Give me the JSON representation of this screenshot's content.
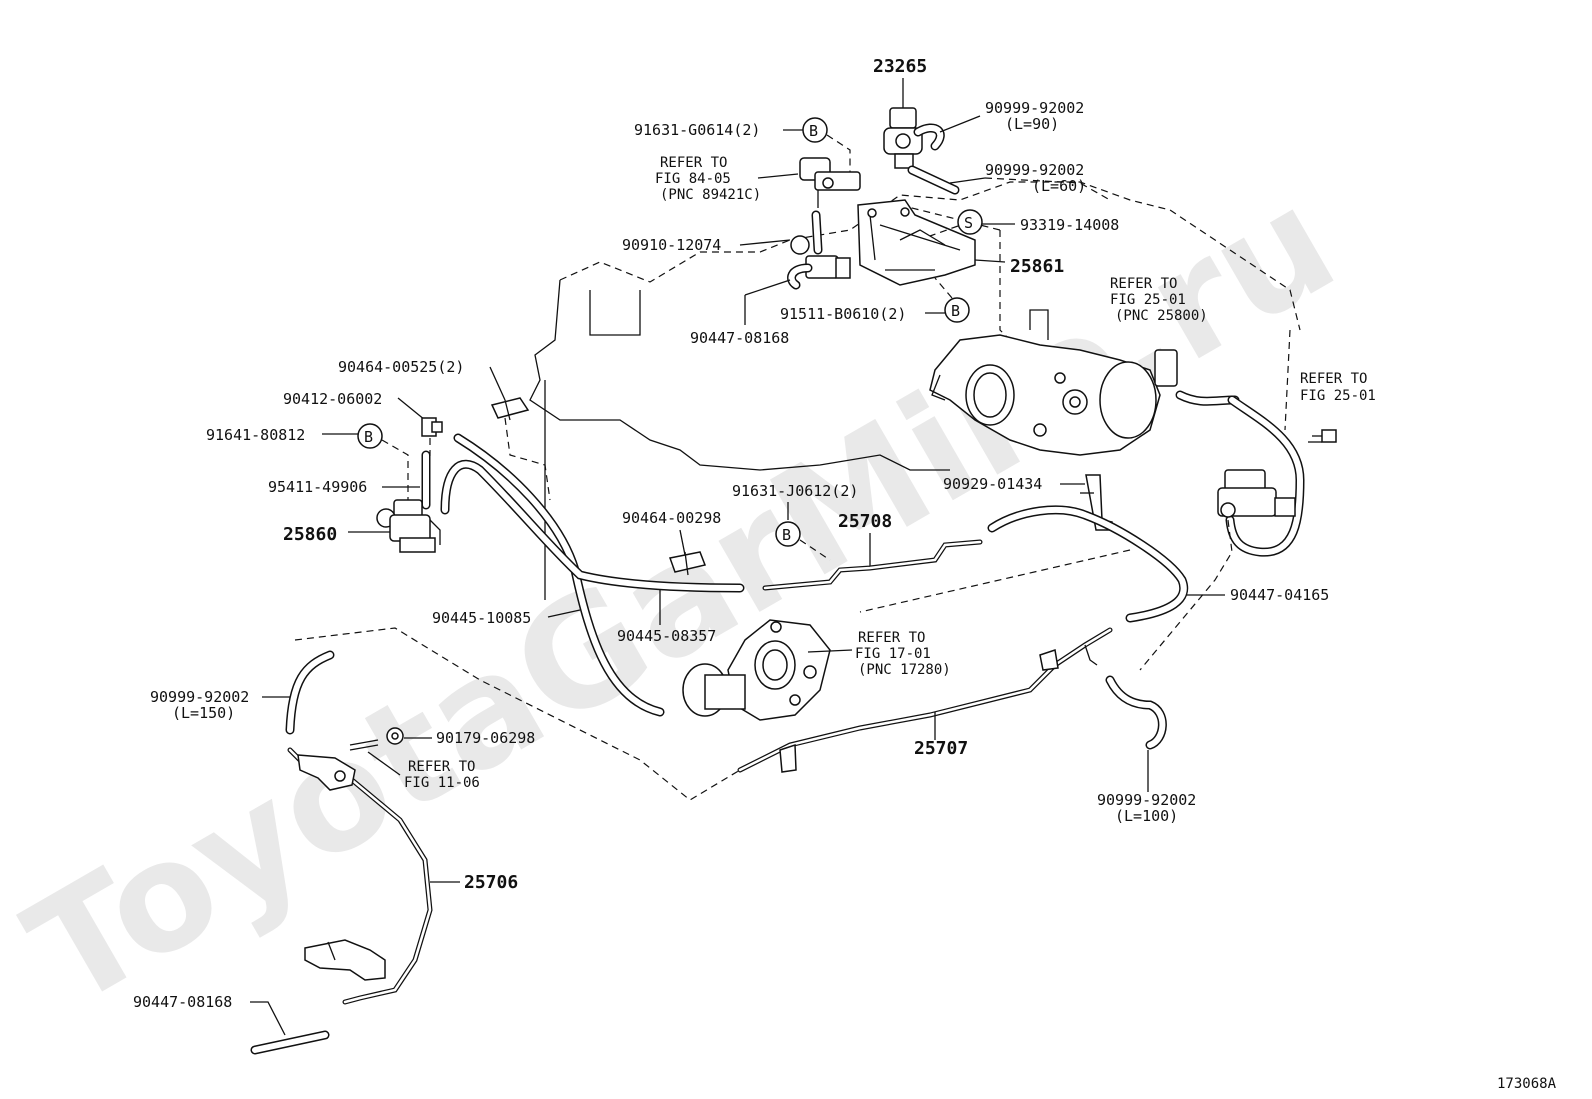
{
  "watermark": "ToyotaGarMire.ru",
  "figure_code": "173068A",
  "labels": {
    "p23265": "23265",
    "p90999_92002_a": "90999-92002",
    "p90999_92002_a_len": "(L=90)",
    "p90999_92002_b": "90999-92002",
    "p90999_92002_b_len": "(L=60)",
    "p91631_g0614": "91631-G0614(2)",
    "refer_84_1": "REFER TO",
    "refer_84_2": "FIG 84-05",
    "refer_84_3": "(PNC 89421C)",
    "p93319_14008": "93319-14008",
    "p90910_12074": "90910-12074",
    "p25861": "25861",
    "refer_25_1": "REFER TO",
    "refer_25_2": "FIG 25-01",
    "refer_25_3": "(PNC 25800)",
    "p91511_b0610": "91511-B0610(2)",
    "p90447_08168_top": "90447-08168",
    "p90464_00525": "90464-00525(2)",
    "p90412_06002": "90412-06002",
    "refer_25b_1": "REFER TO",
    "refer_25b_2": "FIG 25-01",
    "p91641_80812": "91641-80812",
    "p95411_49906": "95411-49906",
    "p90929_01434": "90929-01434",
    "p91631_j0612": "91631-J0612(2)",
    "p25860": "25860",
    "p90464_00298": "90464-00298",
    "p25708": "25708",
    "p90447_04165": "90447-04165",
    "p90445_10085": "90445-10085",
    "p90445_08357": "90445-08357",
    "refer_17_1": "REFER TO",
    "refer_17_2": "FIG 17-01",
    "refer_17_3": "(PNC 17280)",
    "p90999_92002_c": "90999-92002",
    "p90999_92002_c_len": "(L=150)",
    "p90179_06298": "90179-06298",
    "refer_11_1": "REFER TO",
    "refer_11_2": "FIG 11-06",
    "p25707": "25707",
    "p90999_92002_d": "90999-92002",
    "p90999_92002_d_len": "(L=100)",
    "p25706": "25706",
    "p90447_08168_bot": "90447-08168"
  },
  "markers": {
    "b": "B",
    "s": "S"
  }
}
